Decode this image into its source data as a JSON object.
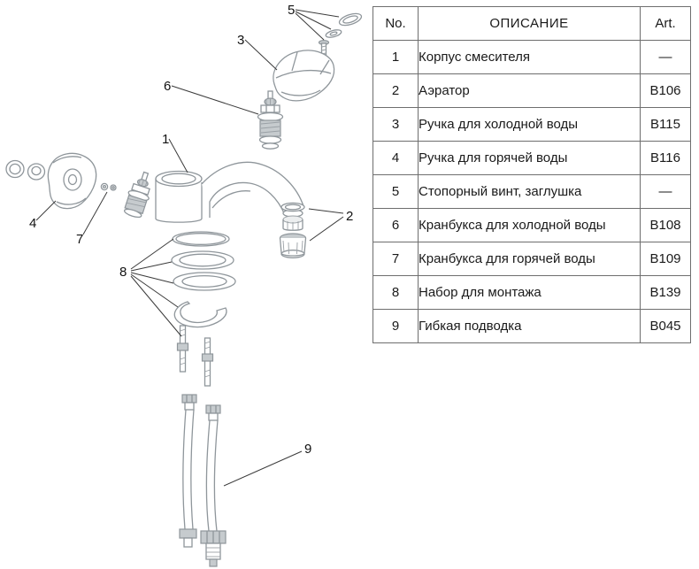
{
  "table": {
    "headers": {
      "no": "No.",
      "desc": "ОПИСАНИЕ",
      "art": "Art."
    },
    "rows": [
      {
        "no": "1",
        "desc": "Корпус смесителя",
        "art": "—"
      },
      {
        "no": "2",
        "desc": "Аэратор",
        "art": "B106"
      },
      {
        "no": "3",
        "desc": "Ручка для холодной воды",
        "art": "B115"
      },
      {
        "no": "4",
        "desc": "Ручка для горячей воды",
        "art": "B116"
      },
      {
        "no": "5",
        "desc": "Стопорный винт, заглушка",
        "art": "—"
      },
      {
        "no": "6",
        "desc": "Кранбукса для холодной воды",
        "art": "B108"
      },
      {
        "no": "7",
        "desc": "Кранбукса для горячей воды",
        "art": "B109"
      },
      {
        "no": "8",
        "desc": "Набор для монтажа",
        "art": "B139"
      },
      {
        "no": "9",
        "desc": "Гибкая подводка",
        "art": "B045"
      }
    ]
  },
  "callouts": {
    "body": "1",
    "aerator": "2",
    "cold_handle": "3",
    "hot_handle": "4",
    "stop_screw": "5",
    "cold_cartridge": "6",
    "hot_cartridge": "7",
    "mounting_set": "8",
    "hose": "9"
  },
  "colors": {
    "drawing_line": "#8f969b",
    "leader_line": "#3a3a3a",
    "table_border": "#6e6e6e",
    "background": "#ffffff"
  }
}
